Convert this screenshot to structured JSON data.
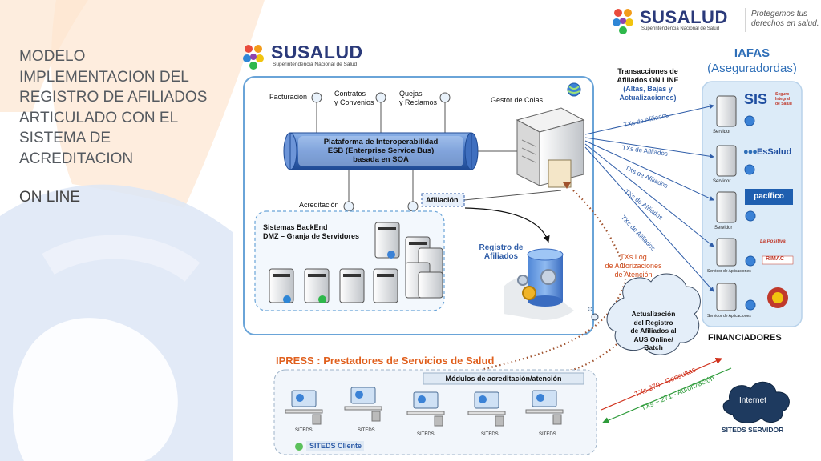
{
  "title": {
    "lines": [
      "MODELO",
      "IMPLEMENTACION DEL",
      "REGISTRO DE AFILIADOS",
      "ARTICULADO CON EL",
      "SISTEMA DE",
      "ACREDITACION"
    ],
    "subtitle": "ON LINE"
  },
  "header_logo": {
    "brand": "SUSALUD",
    "subline": "Superintendencia Nacional de Salud",
    "slogan_lines": [
      "Protegemos tus",
      "derechos en salud."
    ]
  },
  "diagram_logo": {
    "brand": "SUSALUD",
    "subline": "Superintendencia Nacional de Salud"
  },
  "platform": {
    "services": [
      "Facturación",
      "Contratos",
      "y Convenios",
      "Quejas",
      "y Reclamos"
    ],
    "queue_label": "Gestor de Colas",
    "bus_lines": [
      "Plataforma de Interoperabilidad",
      "ESB (Enterprise Service Bus)",
      "basada en SOA"
    ],
    "accreditation_label": "Acreditación",
    "affiliation_label": "Afiliación",
    "backend_lines": [
      "Sistemas BackEnd",
      "DMZ – Granja de Servidores"
    ],
    "registry_lines": [
      "Registro de",
      "Afiliados"
    ]
  },
  "online_tx": {
    "lines": [
      "Transacciones de",
      "Afiliados ON LINE"
    ],
    "detail_lines": [
      "(Altas, Bajas y",
      "Actualizaciones)"
    ]
  },
  "iafas": {
    "title": "IAFAS",
    "subtitle": "(Aseguradordas)",
    "tx_label": "TXs de Afiliados",
    "servers": [
      "Servidor",
      "Servidor",
      "Servidor",
      "Servidor de Aplicaciones",
      "Servidor de Aplicaciones"
    ],
    "brands": {
      "sis": "SIS",
      "sis_sub": [
        "Seguro",
        "Integral",
        "de Salud"
      ],
      "essalud": "EsSalud",
      "pacifico": "pacífico",
      "positiva": "La Positiva",
      "rimac": "RIMAC"
    },
    "financiers": "FINANCIADORES"
  },
  "log_tx": {
    "lines": [
      "TXs Log",
      "de Autorizaciones",
      "de Atención"
    ]
  },
  "cloud_update": {
    "lines": [
      "Actualización",
      "del Registro",
      "de Afiliados al",
      "AUS Online/",
      "Batch"
    ]
  },
  "ipress": {
    "title": "IPRESS : Prestadores de Servicios de Salud",
    "modules": "Módulos de acreditación/atención",
    "terminal_label": "SITEDS",
    "client_label": "SITEDS Cliente"
  },
  "internet": {
    "label": "Internet",
    "server_label": "SITEDS SERVIDOR",
    "tx_consultas": "TXs 270 - Consultas",
    "tx_autorizacion": "TXs – 271 - Autorización"
  },
  "colors": {
    "title_text": "#555a60",
    "bus_blue": "#3f6fbf",
    "border_blue": "#6aa4d8",
    "panel_blue": "#dcebf8",
    "tx_blue": "#2f5da8",
    "red_tx": "#d0301b",
    "green_tx": "#2e9b3a",
    "ipress_orange": "#e0601e",
    "brand_navy": "#2b3a7a"
  }
}
